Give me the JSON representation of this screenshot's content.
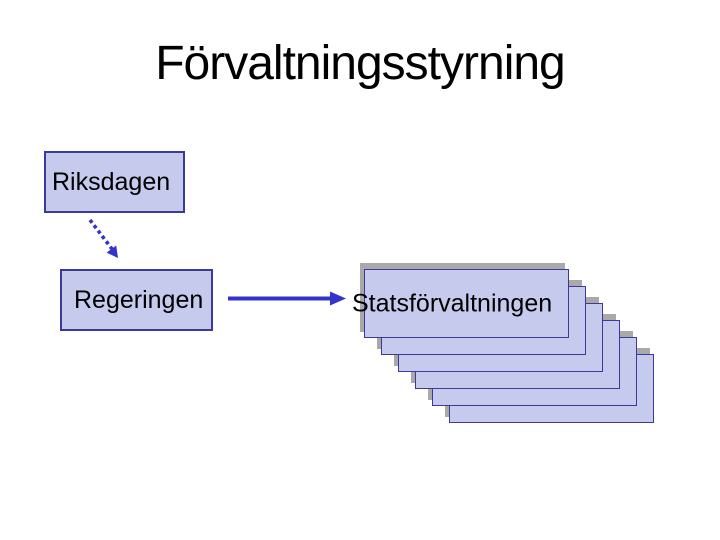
{
  "title": "Förvaltningsstyrning",
  "nodes": {
    "riksdagen": {
      "label": "Riksdagen"
    },
    "regeringen": {
      "label": "Regeringen"
    },
    "statsforvaltningen": {
      "label": "Statsförvaltningen",
      "stack_count": 6
    }
  },
  "connectors": {
    "riksdagen_to_regeringen": {
      "style": "dotted",
      "direction": "down-right"
    },
    "regeringen_to_statsforvaltningen": {
      "style": "solid",
      "direction": "right"
    }
  },
  "colors": {
    "background": "#ffffff",
    "text": "#000000",
    "box_fill": "#c6cbee",
    "box_border": "#3a3a99",
    "stack_shadow": "#a9a9a9",
    "arrow": "#3333cc"
  }
}
